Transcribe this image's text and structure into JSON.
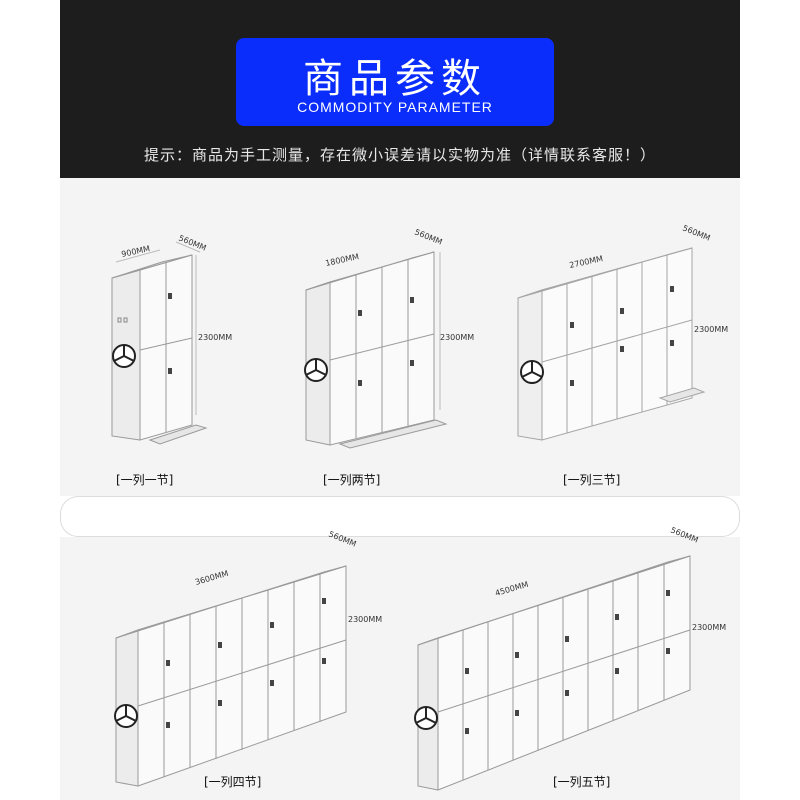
{
  "header": {
    "title_cn": "商品参数",
    "title_en": "COMMODITY PARAMETER",
    "notice": "提示：商品为手工测量，存在微小误差请以实物为准（详情联系客服！）"
  },
  "cabinets": [
    {
      "caption": "[一列一节]",
      "width_label": "900MM",
      "depth_label": "560MM",
      "height_label": "2300MM"
    },
    {
      "caption": "[一列两节]",
      "width_label": "1800MM",
      "depth_label": "560MM",
      "height_label": "2300MM"
    },
    {
      "caption": "[一列三节]",
      "width_label": "2700MM",
      "depth_label": "560MM",
      "height_label": "2300MM"
    },
    {
      "caption": "[一列四节]",
      "width_label": "3600MM",
      "depth_label": "560MM",
      "height_label": "2300MM"
    },
    {
      "caption": "[一列五节]",
      "width_label": "4500MM",
      "depth_label": "560MM",
      "height_label": "2300MM"
    }
  ],
  "colors": {
    "header_bg": "#1d1d1d",
    "title_box": "#0a2dfb",
    "panel_bg": "#f4f4f4"
  }
}
